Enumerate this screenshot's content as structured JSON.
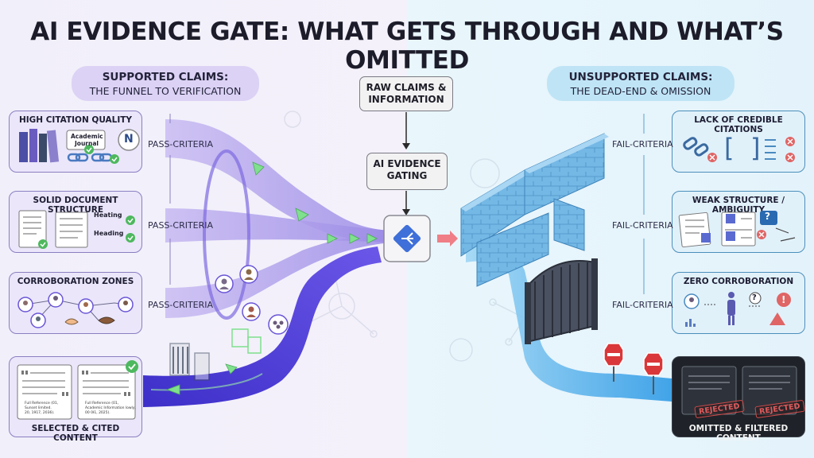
{
  "title": "AI EVIDENCE GATE: WHAT GETS THROUGH AND WHAT’S OMITTED",
  "left_section": {
    "heading": "SUPPORTED CLAIMS:",
    "subheading": "THE FUNNEL TO VERIFICATION"
  },
  "right_section": {
    "heading": "UNSUPPORTED CLAIMS:",
    "subheading": "THE DEAD-END & OMISSION"
  },
  "center": {
    "raw_line1": "RAW CLAIMS &",
    "raw_line2": "INFORMATION",
    "gate_line1": "AI EVIDENCE",
    "gate_line2": "GATING"
  },
  "left_boxes": [
    {
      "title": "HIGH CITATION QUALITY",
      "criteria": "PASS-CRITERIA"
    },
    {
      "title": "SOLID DOCUMENT STRUCTURE",
      "criteria": "PASS-CRITERIA"
    },
    {
      "title": "CORROBORATION ZONES",
      "criteria": "PASS-CRITERIA"
    },
    {
      "title": "SELECTED & CITED CONTENT"
    }
  ],
  "right_boxes": [
    {
      "title": "LACK OF CREDIBLE CITATIONS",
      "criteria": "FAIL-CRITERIA"
    },
    {
      "title": "WEAK STRUCTURE / AMBIGUITY",
      "criteria": "FAIL-CRITERIA"
    },
    {
      "title": "ZERO CORROBORATION",
      "criteria": "FAIL-CRITERIA"
    },
    {
      "title": "OMITTED & FILTERED CONTENT"
    }
  ],
  "journal_label_line1": "Academic",
  "journal_label_line2": "Journal",
  "journal_badge": "N",
  "heading_label_1": "Heating",
  "heading_label_2": "Heading",
  "bracket_left": "[",
  "bracket_right": "]",
  "question_mark": "?",
  "alert_mark": "!",
  "ref1_line1": "Full Reference (01,",
  "ref1_line2": "Sunset limited.",
  "ref1_line3": "20, 1917, 2036).",
  "ref2_line1": "Full Reference (01,",
  "ref2_line2": "Academic Information lowly,",
  "ref2_line3": "00 0Ɨ1, 2025).",
  "rejected_label": "REJECTED",
  "colors": {
    "funnel": "#9a86e4",
    "funnel_dark": "#4f3bd6",
    "walls": "#6cb3e4",
    "path_blue": "#2f9ee8",
    "stop_red": "#d9373a",
    "pass_arrow": "#7fe08d",
    "fail_arrow": "#ef7e86"
  }
}
